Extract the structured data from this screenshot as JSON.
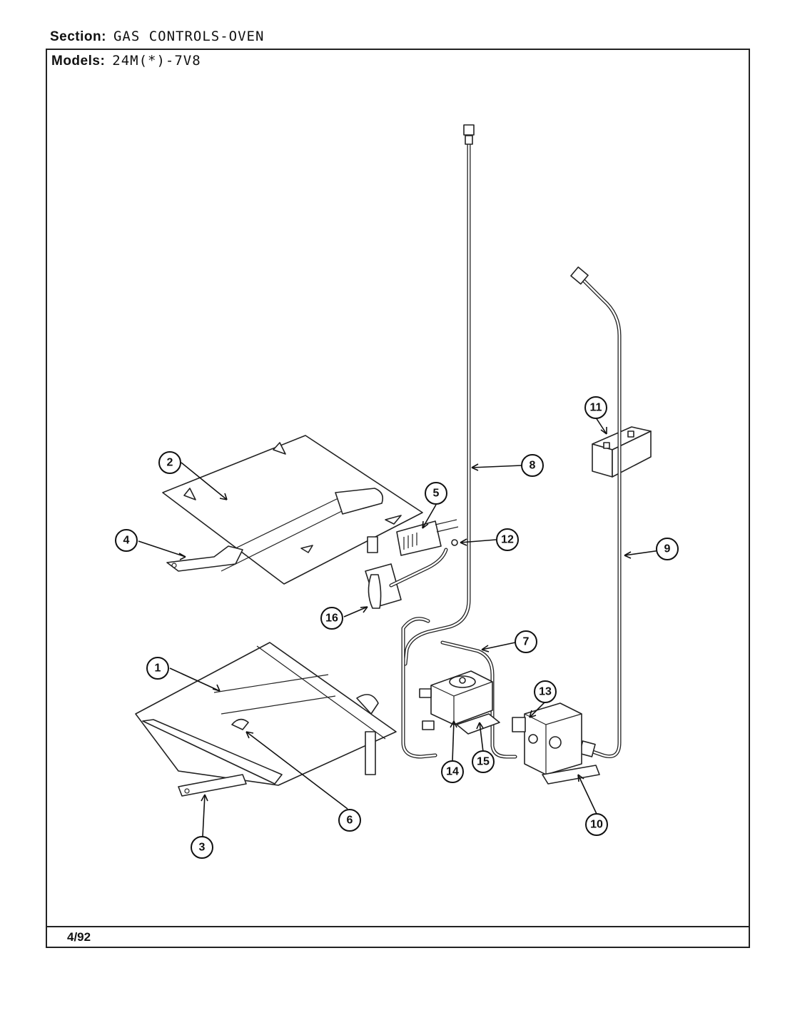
{
  "header": {
    "section_label": "Section:",
    "section_value": "GAS CONTROLS-OVEN",
    "models_label": "Models:",
    "models_value": "24M(*)-7V8"
  },
  "footer": {
    "date": "4/92"
  },
  "callouts": [
    "1",
    "2",
    "3",
    "4",
    "5",
    "6",
    "7",
    "8",
    "9",
    "10",
    "11",
    "12",
    "13",
    "14",
    "15",
    "16"
  ],
  "colors": {
    "line": "#222222",
    "background": "#ffffff"
  }
}
